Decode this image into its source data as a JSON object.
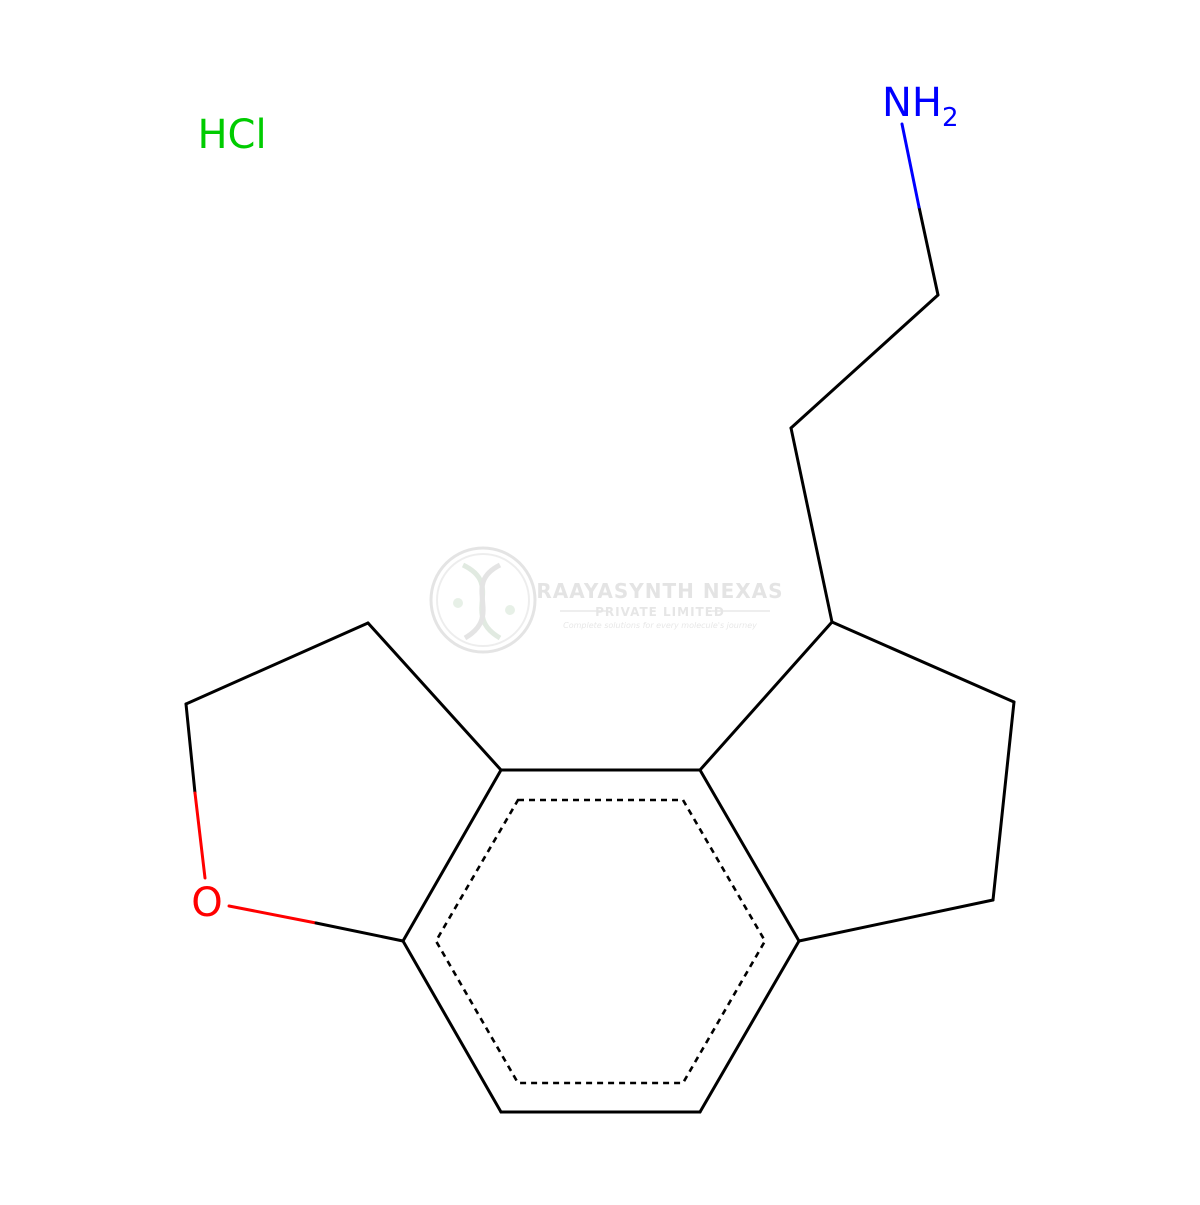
{
  "salt_label": "HCl",
  "atoms": {
    "amine_main": "NH",
    "amine_sub": "2",
    "oxygen": "O"
  },
  "watermark": {
    "company": "RAAYASYNTH NEXAS",
    "subtitle": "PRIVATE LIMITED",
    "tagline": "Complete solutions for every molecule's journey"
  },
  "colors": {
    "bond": "#000000",
    "nitrogen": "#0000ff",
    "oxygen": "#ff0000",
    "chlorine_salt": "#00cc00",
    "watermark": "#d6d6d6"
  }
}
